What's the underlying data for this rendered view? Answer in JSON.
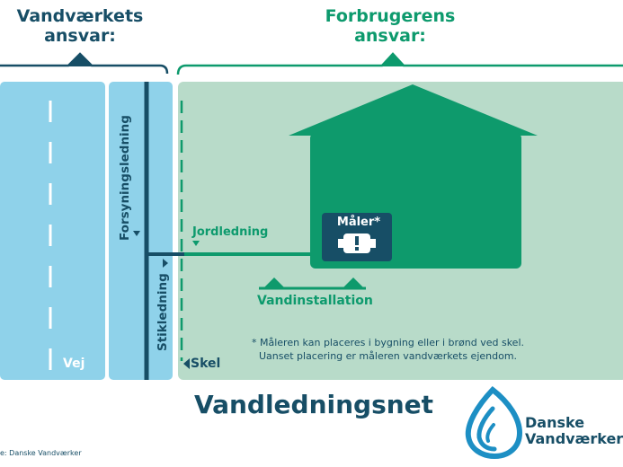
{
  "header": {
    "left_line1": "Vandværkets",
    "left_line2": "ansvar:",
    "right_line1": "Forbrugerens",
    "right_line2": "ansvar:"
  },
  "labels": {
    "road": "Vej",
    "supply_line": "Forsyningsledning",
    "service_line": "Stikledning",
    "ground_line": "Jordledning",
    "meter": "Måler*",
    "installation": "Vandinstallation",
    "boundary": "Skel"
  },
  "note": {
    "line1": "* Måleren kan placeres i bygning eller i brønd ved skel.",
    "line2": "Uanset placering er måleren vandværkets ejendom."
  },
  "title": "Vandledningsnet",
  "logo": {
    "line1": "Danske",
    "line2": "Vandværker"
  },
  "source": "e: Danske Vandværker",
  "icons": {
    "meter": "water-meter-icon",
    "logo": "water-drop-logo-icon"
  },
  "colors": {
    "utility": "#174e66",
    "consumer": "#0d9a6d",
    "road": "#8fd2ea",
    "property": "#b8dbc9",
    "house": "#0e9a6c",
    "boundary": "#0e9a6c",
    "pipe": "#174e66"
  }
}
